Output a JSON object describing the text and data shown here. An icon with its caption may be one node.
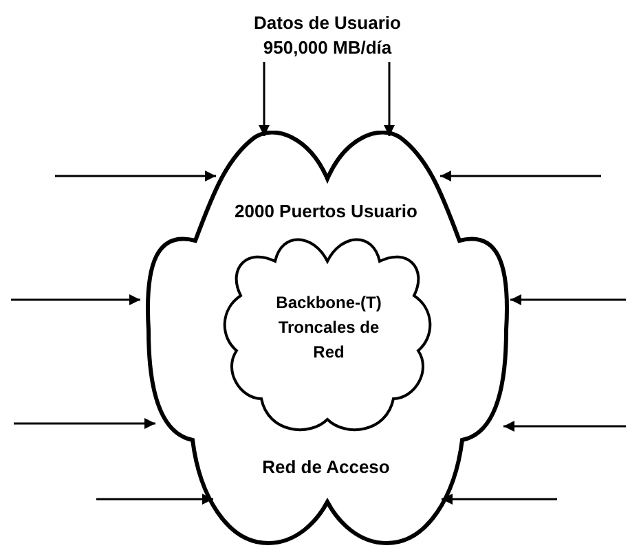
{
  "diagram": {
    "nodes": [
      {
        "text": [
          "Datos de Usuario 950,000 MB/día"
        ]
      },
      {
        "text": [
          "2000 Puertos Usuario",
          "Red de Acceso"
        ]
      },
      {
        "text": [
          "Backbone-(T) Troncales de Red"
        ],
        "in": 1
      }
    ],
    "edges": [
      {
        "from": 0,
        "to": 1,
        "arrow": "to"
      },
      {
        "from": 0,
        "to": 1,
        "arrow": "to"
      },
      {
        "from": null,
        "to": 1,
        "arrow": "to"
      },
      {
        "from": null,
        "to": 1,
        "arrow": "to"
      },
      {
        "from": null,
        "to": 1,
        "arrow": "to"
      },
      {
        "from": null,
        "to": 1,
        "arrow": "to"
      },
      {
        "from": null,
        "to": 1,
        "arrow": "to"
      },
      {
        "from": null,
        "to": 1,
        "arrow": "to"
      },
      {
        "from": null,
        "to": 1,
        "arrow": "to"
      },
      {
        "from": null,
        "to": 1,
        "arrow": "to"
      }
    ]
  }
}
